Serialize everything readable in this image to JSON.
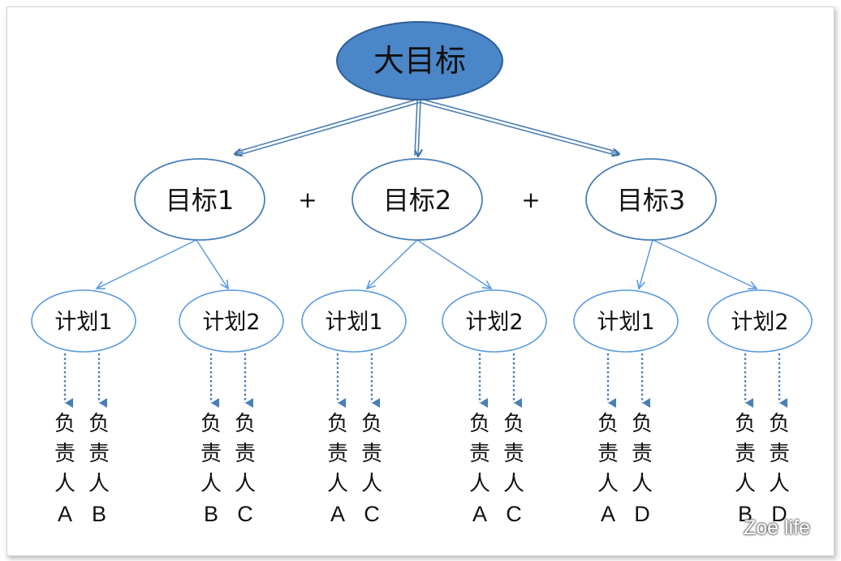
{
  "root": {
    "label": "大目标",
    "fill": "#4a86c8",
    "stroke": "#2e5f96"
  },
  "plus_sign": "+",
  "goals": [
    {
      "label": "目标1",
      "plans": [
        {
          "label": "计划1",
          "owners": [
            {
              "chars": [
                "负",
                "责",
                "人"
              ],
              "letter": "A"
            },
            {
              "chars": [
                "负",
                "责",
                "人"
              ],
              "letter": "B"
            }
          ]
        },
        {
          "label": "计划2",
          "owners": [
            {
              "chars": [
                "负",
                "责",
                "人"
              ],
              "letter": "B"
            },
            {
              "chars": [
                "负",
                "责",
                "人"
              ],
              "letter": "C"
            }
          ]
        }
      ]
    },
    {
      "label": "目标2",
      "plans": [
        {
          "label": "计划1",
          "owners": [
            {
              "chars": [
                "负",
                "责",
                "人"
              ],
              "letter": "A"
            },
            {
              "chars": [
                "负",
                "责",
                "人"
              ],
              "letter": "C"
            }
          ]
        },
        {
          "label": "计划2",
          "owners": [
            {
              "chars": [
                "负",
                "责",
                "人"
              ],
              "letter": "A"
            },
            {
              "chars": [
                "负",
                "责",
                "人"
              ],
              "letter": "C"
            }
          ]
        }
      ]
    },
    {
      "label": "目标3",
      "plans": [
        {
          "label": "计划1",
          "owners": [
            {
              "chars": [
                "负",
                "责",
                "人"
              ],
              "letter": "A"
            },
            {
              "chars": [
                "负",
                "责",
                "人"
              ],
              "letter": "D"
            }
          ]
        },
        {
          "label": "计划2",
          "owners": [
            {
              "chars": [
                "负",
                "责",
                "人"
              ],
              "letter": "B"
            },
            {
              "chars": [
                "负",
                "责",
                "人"
              ],
              "letter": "D"
            }
          ]
        }
      ]
    }
  ],
  "colors": {
    "outline": "#4a80b8",
    "plan_outline": "#5b9bdc",
    "arrow": "#4a7fb5",
    "root_text": "#111111"
  },
  "watermark": {
    "icon": "wechat-icon",
    "text": "Zoe life"
  }
}
